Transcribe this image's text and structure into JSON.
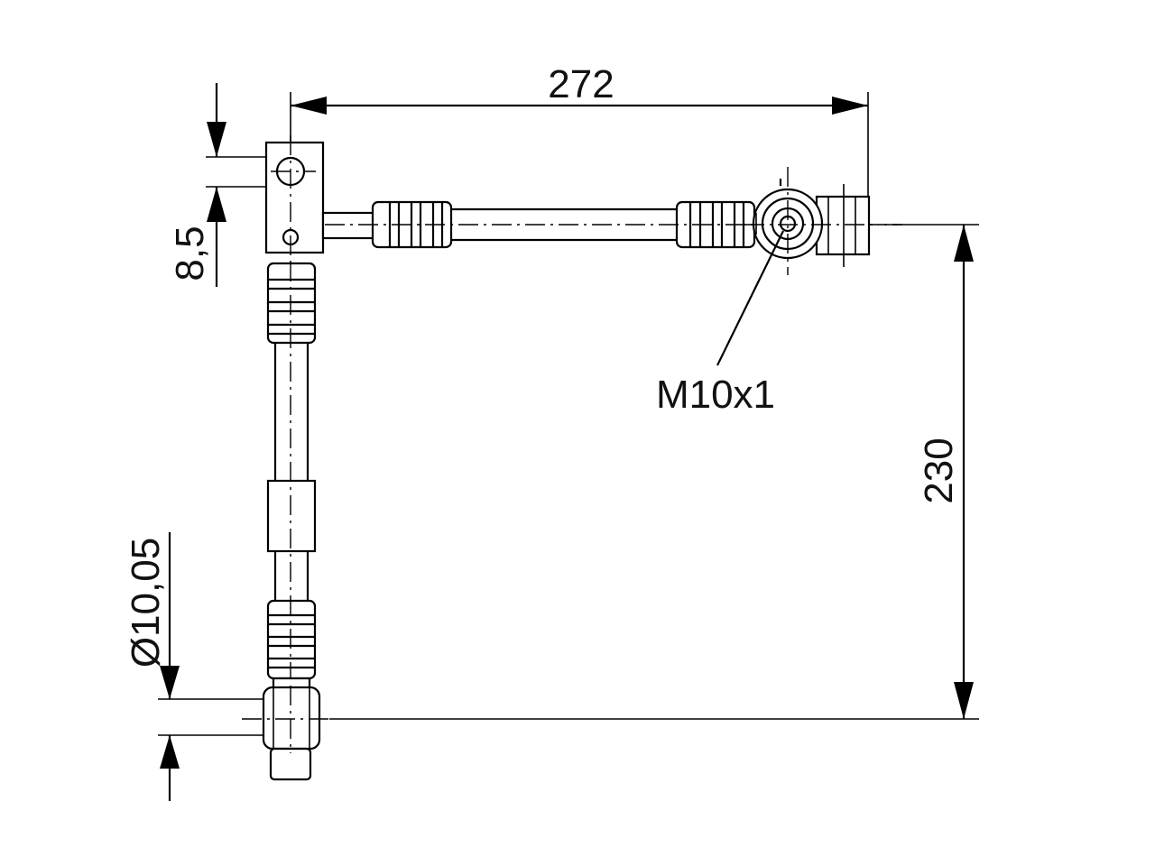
{
  "dimensions": {
    "length": "272",
    "height": "230",
    "bracket_hole": "8,5",
    "hose_diameter": "Ø10,05",
    "thread": "M10x1"
  }
}
